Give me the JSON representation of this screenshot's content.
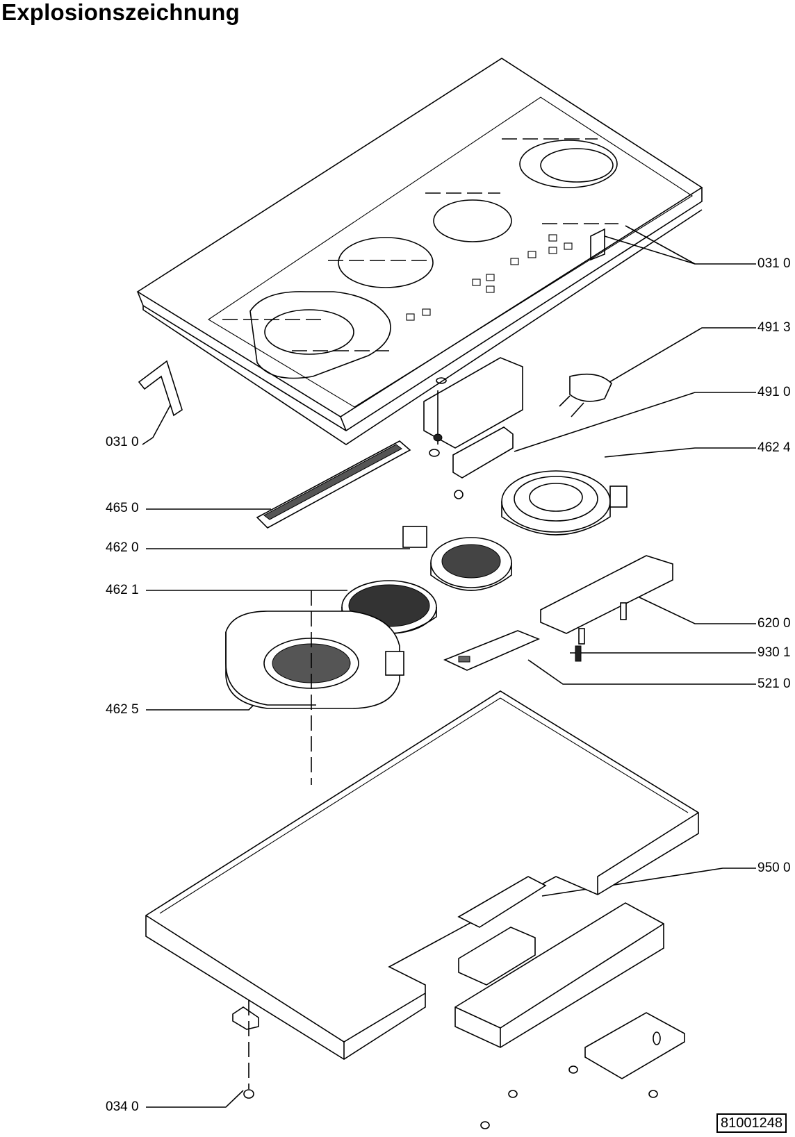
{
  "title": "Explosionszeichnung",
  "document_id": "81001248",
  "callouts": {
    "c0310_right": "031 0",
    "c4913": "491 3",
    "c4910": "491 0",
    "c0310_left": "031 0",
    "c4624": "462 4",
    "c4650": "465 0",
    "c4620": "462 0",
    "c4621": "462 1",
    "c6200": "620 0",
    "c9301": "930 1",
    "c5210": "521 0",
    "c4625": "462 5",
    "c9500": "950 0",
    "c0340": "034 0"
  }
}
